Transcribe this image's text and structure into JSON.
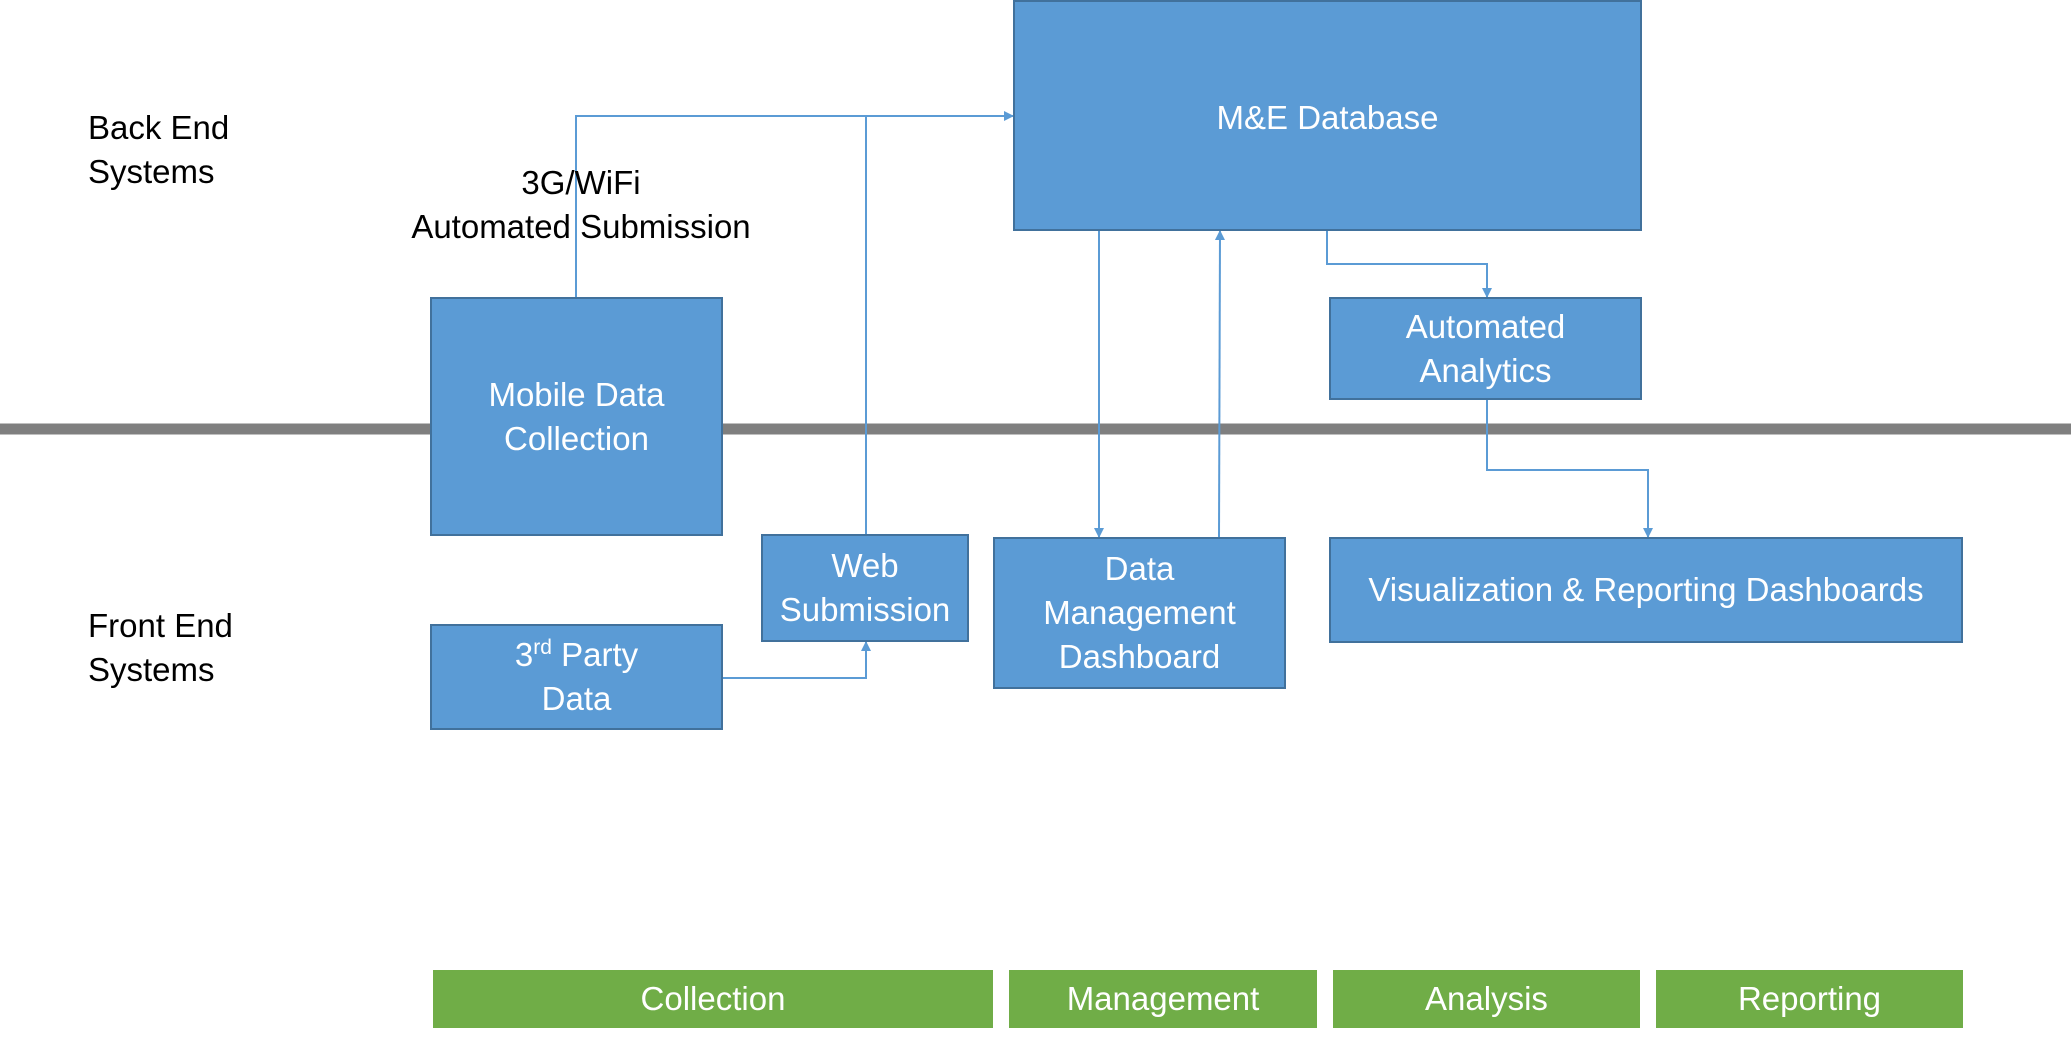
{
  "diagram": {
    "tiers": {
      "back_end": [
        "Back End",
        "Systems"
      ],
      "front_end": [
        "Front End",
        "Systems"
      ]
    },
    "connection_label": [
      "3G/WiFi",
      "Automated Submission"
    ],
    "nodes": {
      "me_database": [
        "M&E Database"
      ],
      "mobile_data_collection": [
        "Mobile Data",
        "Collection"
      ],
      "automated_analytics": [
        "Automated",
        "Analytics"
      ],
      "web_submission": [
        "Web",
        "Submission"
      ],
      "third_party_data": {
        "line1_prefix": "3",
        "line1_superscript": "rd",
        "line1_suffix": " Party",
        "line2": "Data"
      },
      "data_management_dashboard": [
        "Data",
        "Management",
        "Dashboard"
      ],
      "visualization_dashboards": [
        "Visualization & Reporting Dashboards"
      ]
    },
    "phases": [
      "Collection",
      "Management",
      "Analysis",
      "Reporting"
    ],
    "edges": [
      {
        "from": "mobile_data_collection",
        "to": "me_database",
        "label": "3G/WiFi Automated Submission",
        "bidirectional": true
      },
      {
        "from": "web_submission",
        "to": "me_database"
      },
      {
        "from": "third_party_data",
        "to": "web_submission"
      },
      {
        "from": "me_database",
        "to": "data_management_dashboard"
      },
      {
        "from": "data_management_dashboard",
        "to": "me_database"
      },
      {
        "from": "me_database",
        "to": "automated_analytics",
        "bidirectional": true
      },
      {
        "from": "automated_analytics",
        "to": "visualization_dashboards",
        "bidirectional": true
      }
    ],
    "colors": {
      "node_fill": "#5b9bd5",
      "node_border": "#41719c",
      "connector": "#5b9bd5",
      "tier_divider": "#7f7f7f",
      "phase_fill": "#70ad47",
      "text_on_fill": "#ffffff",
      "text": "#000000"
    }
  }
}
